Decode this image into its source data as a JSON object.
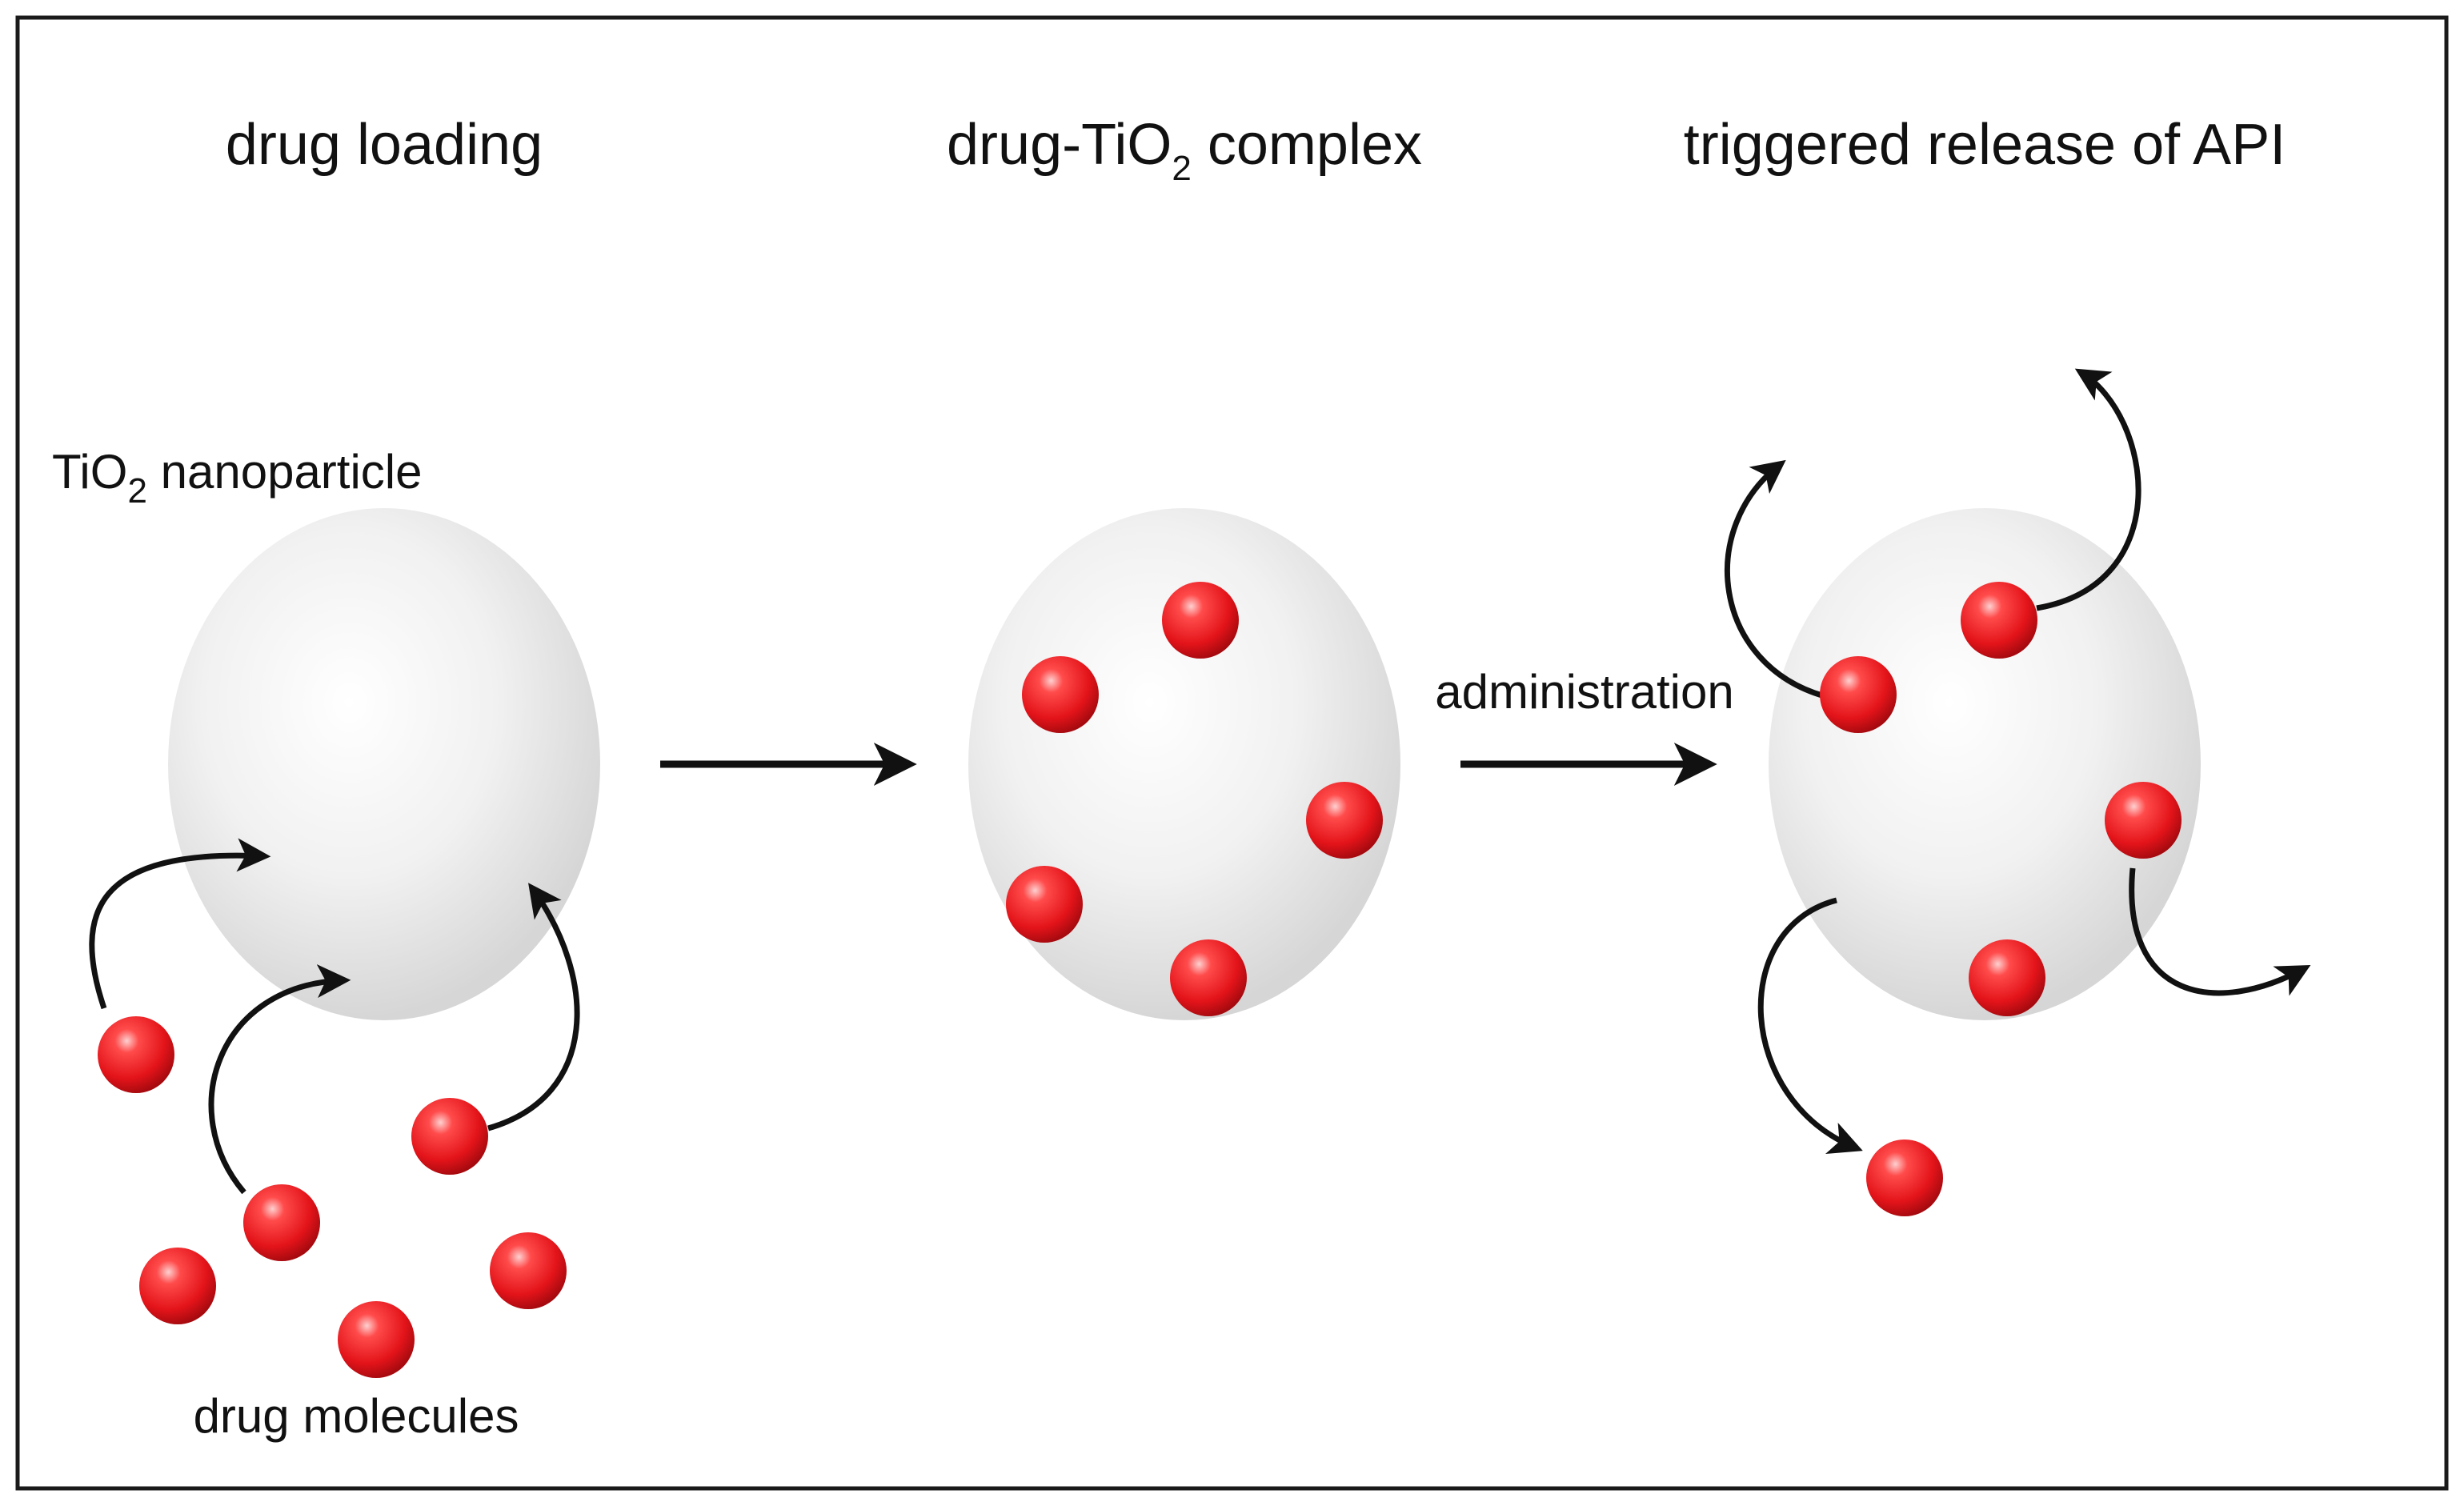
{
  "headings": {
    "loading": "drug loading",
    "complex_prefix": "drug-TiO",
    "complex_sub": "2",
    "complex_suffix": " complex",
    "release": "triggered release of API"
  },
  "labels": {
    "nanoparticle_prefix": "TiO",
    "nanoparticle_sub": "2",
    "nanoparticle_suffix": " nanoparticle",
    "drug_molecules": "drug molecules",
    "administration": "administration"
  },
  "colors": {
    "frame": "#1a1a1a",
    "nanoparticle": "#e6e6e6",
    "drug": "#e8141b",
    "arrow": "#111111"
  }
}
